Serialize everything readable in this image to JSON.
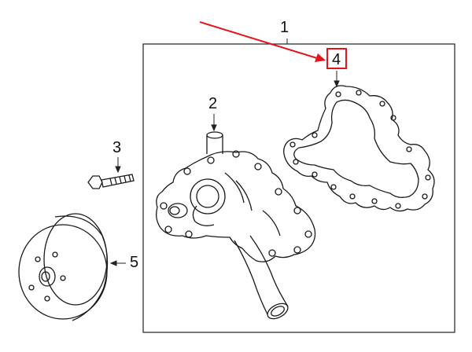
{
  "diagram": {
    "callouts": [
      {
        "id": "1",
        "text": "1"
      },
      {
        "id": "2",
        "text": "2"
      },
      {
        "id": "3",
        "text": "3"
      },
      {
        "id": "4",
        "text": "4",
        "highlighted": true
      },
      {
        "id": "5",
        "text": "5"
      }
    ],
    "parts": [
      {
        "callout": "1",
        "shape": "frame-bracket"
      },
      {
        "callout": "2",
        "shape": "water-pump-icon"
      },
      {
        "callout": "3",
        "shape": "bolt-icon"
      },
      {
        "callout": "4",
        "shape": "gasket-icon"
      },
      {
        "callout": "5",
        "shape": "pulley-icon"
      }
    ],
    "colors": {
      "line": "#1a1a1a",
      "highlight": "#e5141b",
      "background": "#ffffff"
    }
  }
}
